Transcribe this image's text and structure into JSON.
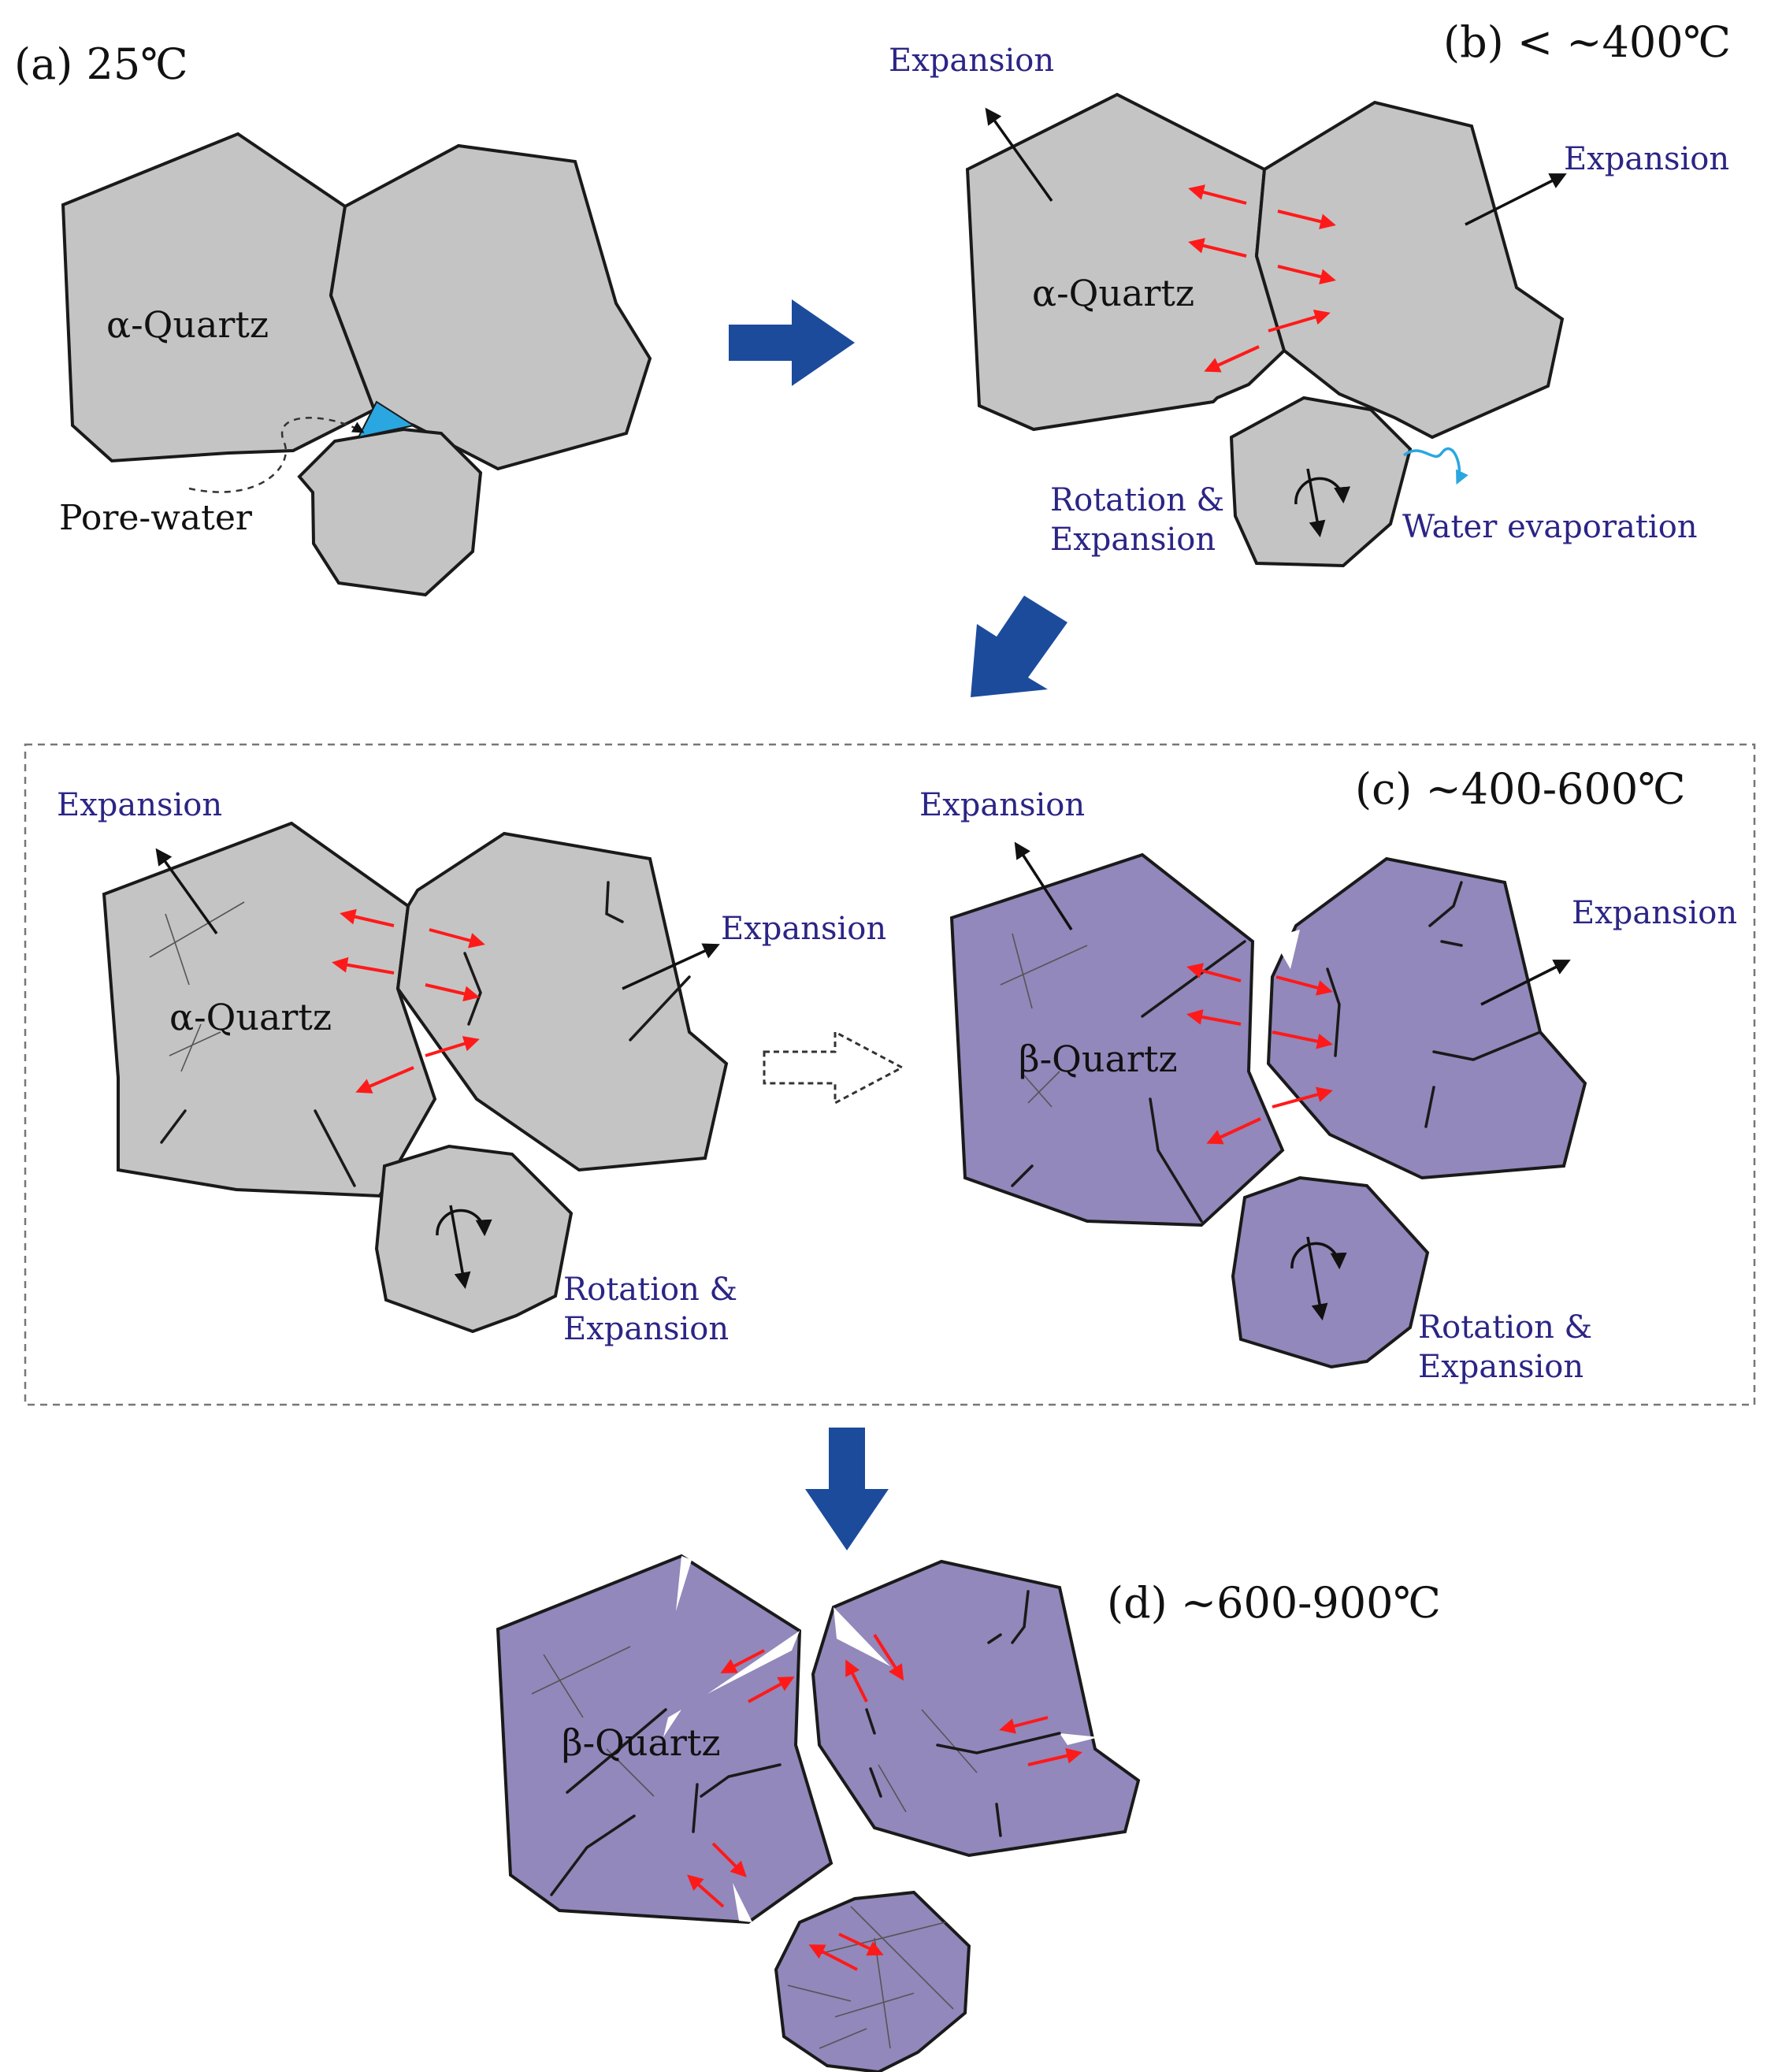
{
  "panels": {
    "a": {
      "title": "(a) 25℃",
      "grain": "α-Quartz",
      "pore_label": "Pore-water"
    },
    "b": {
      "title": "(b) < ~400℃",
      "grain": "α-Quartz",
      "expansion_left": "Expansion",
      "expansion_right": "Expansion",
      "rotation_line1": "Rotation &",
      "rotation_line2": "Expansion",
      "evaporation": "Water evaporation"
    },
    "c": {
      "title": "(c) ~400-600℃",
      "grain_left": "α-Quartz",
      "grain_right": "β-Quartz",
      "exp1": "Expansion",
      "exp2": "Expansion",
      "exp3": "Expansion",
      "exp4": "Expansion",
      "rot1_line1": "Rotation &",
      "rot1_line2": "Expansion",
      "rot2_line1": "Rotation &",
      "rot2_line2": "Expansion"
    },
    "d": {
      "title": "(d) ~600-900℃",
      "grain": "β-Quartz"
    }
  },
  "colors": {
    "alpha_quartz": "#c4c4c4",
    "beta_quartz": "#9288bb",
    "flow_arrow": "#1c4b9c",
    "stress_arrow": "#ff1a1a",
    "pore_water": "#2aa7e0",
    "annotation_text": "#2b2585"
  }
}
